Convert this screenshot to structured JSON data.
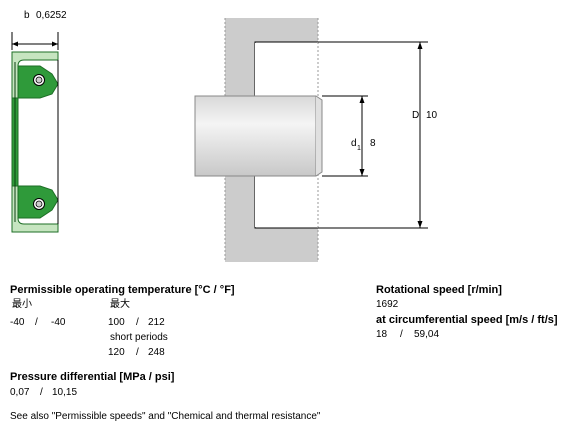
{
  "drawing": {
    "b_label": "b",
    "b_value": "0,6252",
    "D_label": "D",
    "D_value": "10",
    "d_label": "d",
    "d_subscript": "1",
    "d_value": "8"
  },
  "temperature": {
    "heading": "Permissible operating temperature [°C / °F]",
    "min_label": "最小",
    "max_label": "最大",
    "min_c": "-40",
    "min_f": "-40",
    "max_c": "100",
    "max_f": "212",
    "short_periods_label": "short periods",
    "short_c": "120",
    "short_f": "248",
    "separator": "/"
  },
  "pressure": {
    "heading": "Pressure differential [MPa / psi]",
    "mpa": "0,07",
    "psi": "10,15",
    "separator": "/"
  },
  "rotation": {
    "heading": "Rotational speed [r/min]",
    "value": "1692",
    "circ_heading": "at circumferential speed [m/s / ft/s]",
    "circ_ms": "18",
    "circ_fts": "59,04",
    "separator": "/"
  },
  "footnote": "See also \"Permissible speeds\" and \"Chemical and thermal resistance\"",
  "colors": {
    "seal_green": "#2f9a3a",
    "seal_green_light": "#c6e5c0",
    "housing_gray": "#cccccc",
    "shaft_gray": "#e6e6e6"
  }
}
